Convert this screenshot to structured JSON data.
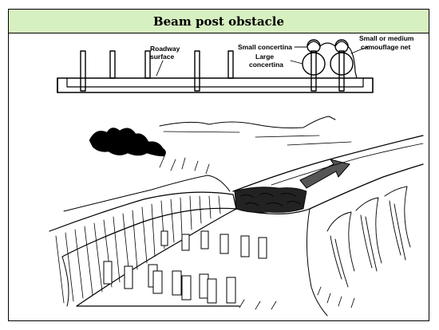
{
  "title": "Beam post obstacle",
  "labels": {
    "roadway_line1": "Roadway",
    "roadway_line2": "surface",
    "small_concertina": "Small concertina",
    "large_concertina_line1": "Large",
    "large_concertina_line2": "concertina",
    "net_line1": "Small or medium",
    "net_line2": "camouflage net"
  },
  "colors": {
    "title_bar": "#d7f0c1",
    "ink": "#000000",
    "background": "#ffffff"
  }
}
